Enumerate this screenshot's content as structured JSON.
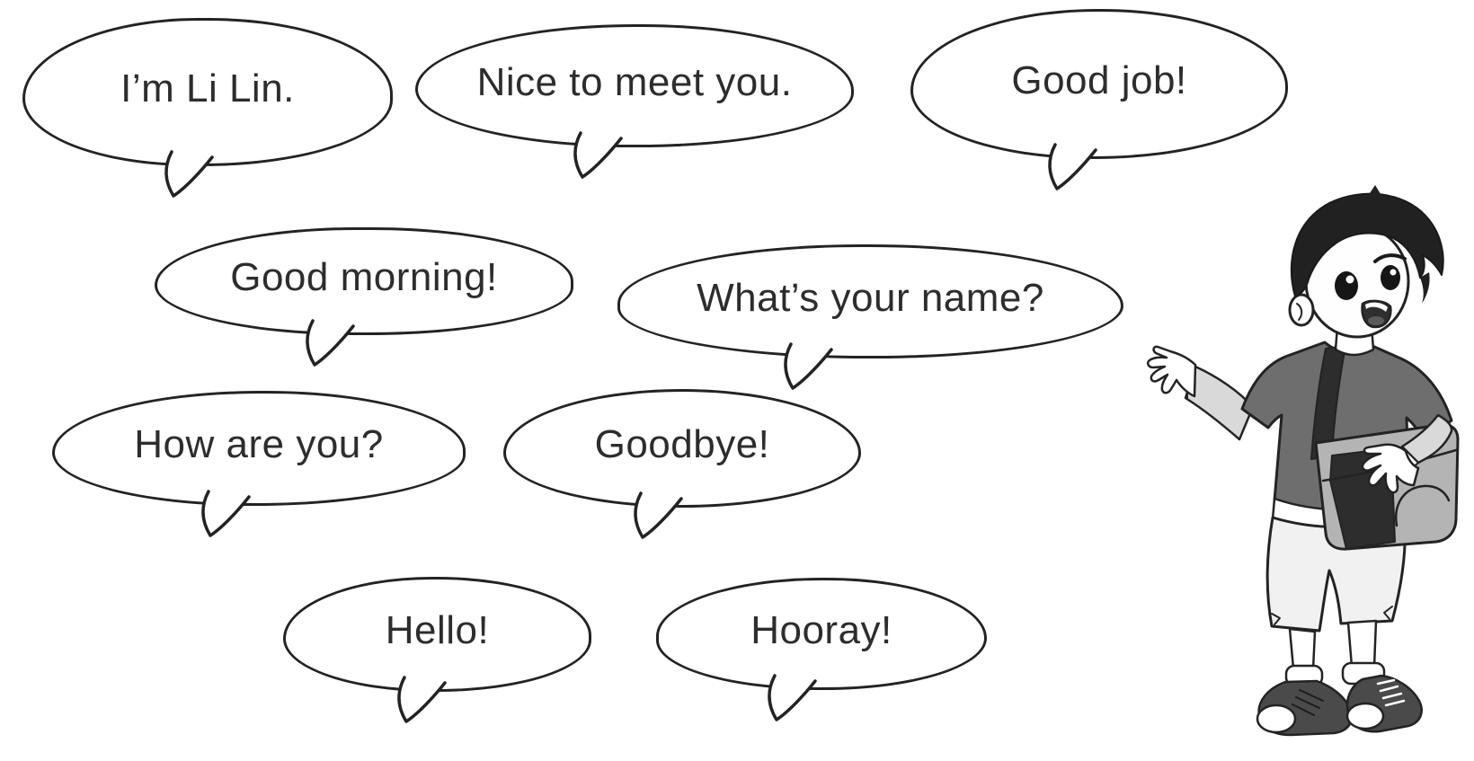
{
  "page": {
    "kind": "english-textbook-worksheet",
    "background_color": "#ffffff",
    "outline_color": "#232323",
    "text_color": "#2d2d2d"
  },
  "bubbles": [
    {
      "id": "im-li-lin",
      "text": "I’m Li Lin."
    },
    {
      "id": "nice-to-meet-you",
      "text": "Nice to meet you."
    },
    {
      "id": "good-job",
      "text": "Good job!"
    },
    {
      "id": "good-morning",
      "text": "Good morning!"
    },
    {
      "id": "whats-your-name",
      "text": "What’s your name?"
    },
    {
      "id": "how-are-you",
      "text": "How are you?"
    },
    {
      "id": "goodbye",
      "text": "Goodbye!"
    },
    {
      "id": "hello",
      "text": "Hello!"
    },
    {
      "id": "hooray",
      "text": "Hooray!"
    }
  ],
  "illustration": {
    "description": "Cartoon boy with dark hair waving one hand, wearing a grey T-shirt over light long sleeves, a crossbody shoulder bag, cropped trousers and dark sneakers",
    "colors": {
      "hair": "#212121",
      "shirt": "#6e6e6e",
      "undersleeve": "#d9d9d9",
      "strap": "#2d2d2d",
      "bag": "#b4b4b4",
      "pants": "#f1f1f1",
      "shoes": "#3f3f3f"
    }
  }
}
